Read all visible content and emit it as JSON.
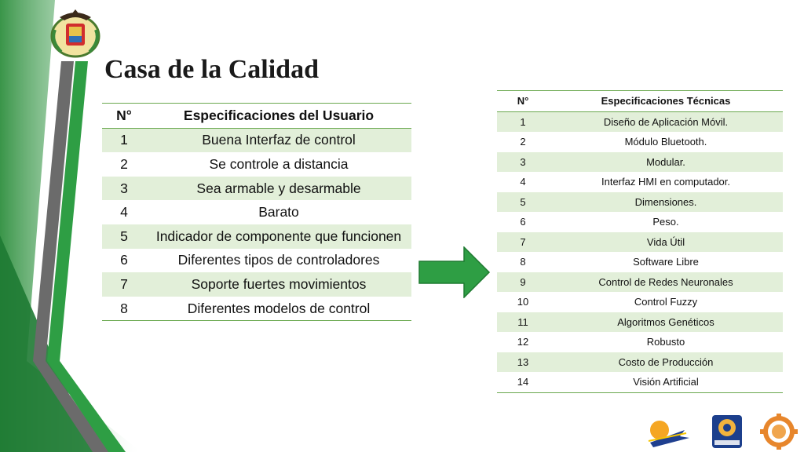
{
  "title": "Casa de la Calidad",
  "user_specs": {
    "header_num": "N°",
    "header_spec": "Especificaciones del Usuario",
    "rows": [
      {
        "num": "1",
        "spec": "Buena Interfaz de control"
      },
      {
        "num": "2",
        "spec": "Se controle a distancia"
      },
      {
        "num": "3",
        "spec": "Sea armable y desarmable"
      },
      {
        "num": "4",
        "spec": "Barato"
      },
      {
        "num": "5",
        "spec": "Indicador de componente que funcionen"
      },
      {
        "num": "6",
        "spec": "Diferentes tipos de controladores"
      },
      {
        "num": "7",
        "spec": "Soporte fuertes movimientos"
      },
      {
        "num": "8",
        "spec": "Diferentes modelos de control"
      }
    ]
  },
  "tech_specs": {
    "header_num": "N°",
    "header_spec": "Especificaciones  Técnicas",
    "rows": [
      {
        "num": "1",
        "spec": "Diseño de Aplicación Móvil."
      },
      {
        "num": "2",
        "spec": "Módulo Bluetooth."
      },
      {
        "num": "3",
        "spec": "Modular."
      },
      {
        "num": "4",
        "spec": "Interfaz HMI en computador."
      },
      {
        "num": "5",
        "spec": "Dimensiones."
      },
      {
        "num": "6",
        "spec": "Peso."
      },
      {
        "num": "7",
        "spec": "Vida Útil"
      },
      {
        "num": "8",
        "spec": "Software Libre"
      },
      {
        "num": "9",
        "spec": "Control de Redes Neuronales"
      },
      {
        "num": "10",
        "spec": "Control Fuzzy"
      },
      {
        "num": "11",
        "spec": "Algoritmos Genéticos"
      },
      {
        "num": "12",
        "spec": "Robusto"
      },
      {
        "num": "13",
        "spec": "Costo de Producción"
      },
      {
        "num": "14",
        "spec": "Visión Artificial"
      }
    ]
  },
  "colors": {
    "accent_green": "#2e9e44",
    "row_zebra": "#e2efd9",
    "border_green": "#6aa84f",
    "stripe_gray": "#6b6b6b"
  },
  "icons": {
    "top_logo": "university-coat-of-arms",
    "arrow": "right-arrow-icon",
    "bottom_logos": [
      "club-logo",
      "mecatronica-logo",
      "gear-logo"
    ]
  }
}
